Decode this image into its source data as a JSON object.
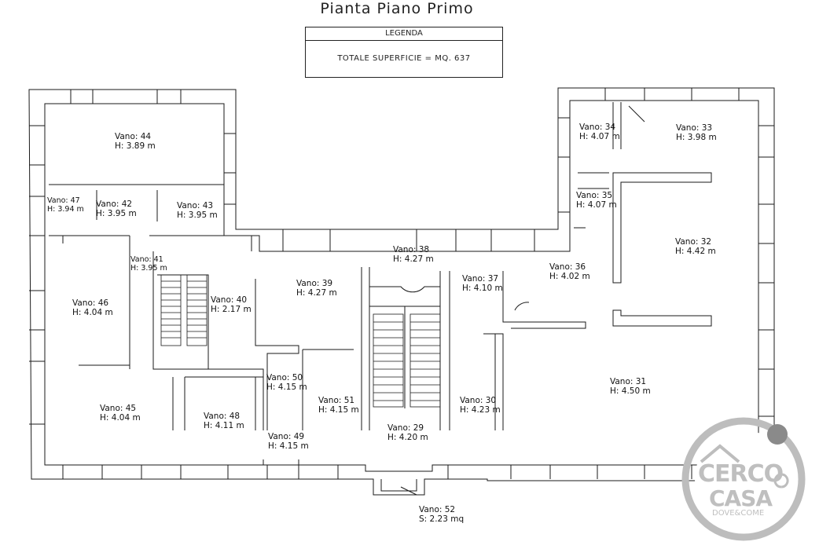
{
  "title": "Pianta Piano Primo",
  "legend": {
    "header": "LEGENDA",
    "total": "TOTALE SUPERFICIE   =  MQ. 637"
  },
  "rooms": [
    {
      "id": "44",
      "name": "Vano: 44",
      "h": "H: 3.89  m"
    },
    {
      "id": "47",
      "name": "Vano: 47",
      "h": "H: 3.94  m"
    },
    {
      "id": "42",
      "name": "Vano: 42",
      "h": "H: 3.95  m"
    },
    {
      "id": "43",
      "name": "Vano: 43",
      "h": "H: 3.95  m"
    },
    {
      "id": "41",
      "name": "Vano: 41",
      "h": "H: 3.95  m"
    },
    {
      "id": "46",
      "name": "Vano: 46",
      "h": "H: 4.04  m"
    },
    {
      "id": "40",
      "name": "Vano: 40",
      "h": "H: 2.17  m"
    },
    {
      "id": "39",
      "name": "Vano: 39",
      "h": "H: 4.27  m"
    },
    {
      "id": "38",
      "name": "Vano: 38",
      "h": "H: 4.27  m"
    },
    {
      "id": "37",
      "name": "Vano: 37",
      "h": "H: 4.10  m"
    },
    {
      "id": "36",
      "name": "Vano: 36",
      "h": "H: 4.02  m"
    },
    {
      "id": "35",
      "name": "Vano: 35",
      "h": "H: 4.07  m"
    },
    {
      "id": "34",
      "name": "Vano: 34",
      "h": "H: 4.07  m"
    },
    {
      "id": "33",
      "name": "Vano: 33",
      "h": "H: 3.98  m"
    },
    {
      "id": "32",
      "name": "Vano: 32",
      "h": "H: 4.42  m"
    },
    {
      "id": "31",
      "name": "Vano: 31",
      "h": "H: 4.50  m"
    },
    {
      "id": "30",
      "name": "Vano: 30",
      "h": "H: 4.23  m"
    },
    {
      "id": "29",
      "name": "Vano: 29",
      "h": "H: 4.20  m"
    },
    {
      "id": "51",
      "name": "Vano: 51",
      "h": "H: 4.15  m"
    },
    {
      "id": "50",
      "name": "Vano: 50",
      "h": "H: 4.15  m"
    },
    {
      "id": "49",
      "name": "Vano: 49",
      "h": "H: 4.15  m"
    },
    {
      "id": "48",
      "name": "Vano: 48",
      "h": "H: 4.11  m"
    },
    {
      "id": "45",
      "name": "Vano: 45",
      "h": "H: 4.04  m"
    },
    {
      "id": "52",
      "name": "Vano: 52",
      "h": "S: 2.23  mq"
    }
  ],
  "watermark": {
    "line1": "CERCO",
    "line2": "CASA",
    "line3": "DOVE&COME",
    "color": "#bdbdbd"
  },
  "colors": {
    "line": "#1a1a1a",
    "background": "#ffffff"
  }
}
